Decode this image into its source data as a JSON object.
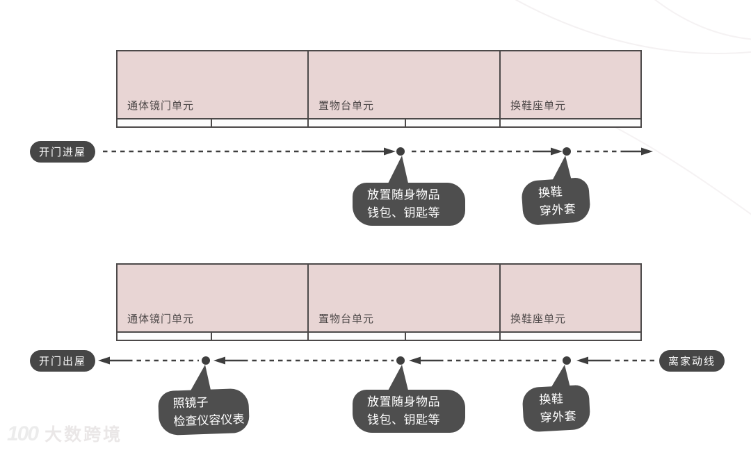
{
  "colors": {
    "unit_fill": "#e8d5d4",
    "unit_border": "#4c4949",
    "flow_line": "#3e3e3e",
    "pill_bg": "#464646",
    "bubble_bg": "#4e4e4e",
    "label_text": "#4d4848"
  },
  "units": [
    "通体镜门单元",
    "置物台单元",
    "换鞋座单元"
  ],
  "top_flow": {
    "label": "开门进屋",
    "direction": "right",
    "stops": [
      {
        "lines": [
          "放置随身物品",
          "钱包、钥匙等"
        ]
      },
      {
        "lines": [
          "换鞋",
          "穿外套"
        ]
      }
    ]
  },
  "bottom_flow": {
    "end_label": "开门出屋",
    "start_label": "离家动线",
    "direction": "left",
    "stops": [
      {
        "lines": [
          "照镜子",
          "检查仪容仪表"
        ]
      },
      {
        "lines": [
          "放置随身物品",
          "钱包、钥匙等"
        ]
      },
      {
        "lines": [
          "换鞋",
          "穿外套"
        ]
      }
    ]
  },
  "watermark": {
    "logo": "100",
    "text": "大数跨境"
  }
}
